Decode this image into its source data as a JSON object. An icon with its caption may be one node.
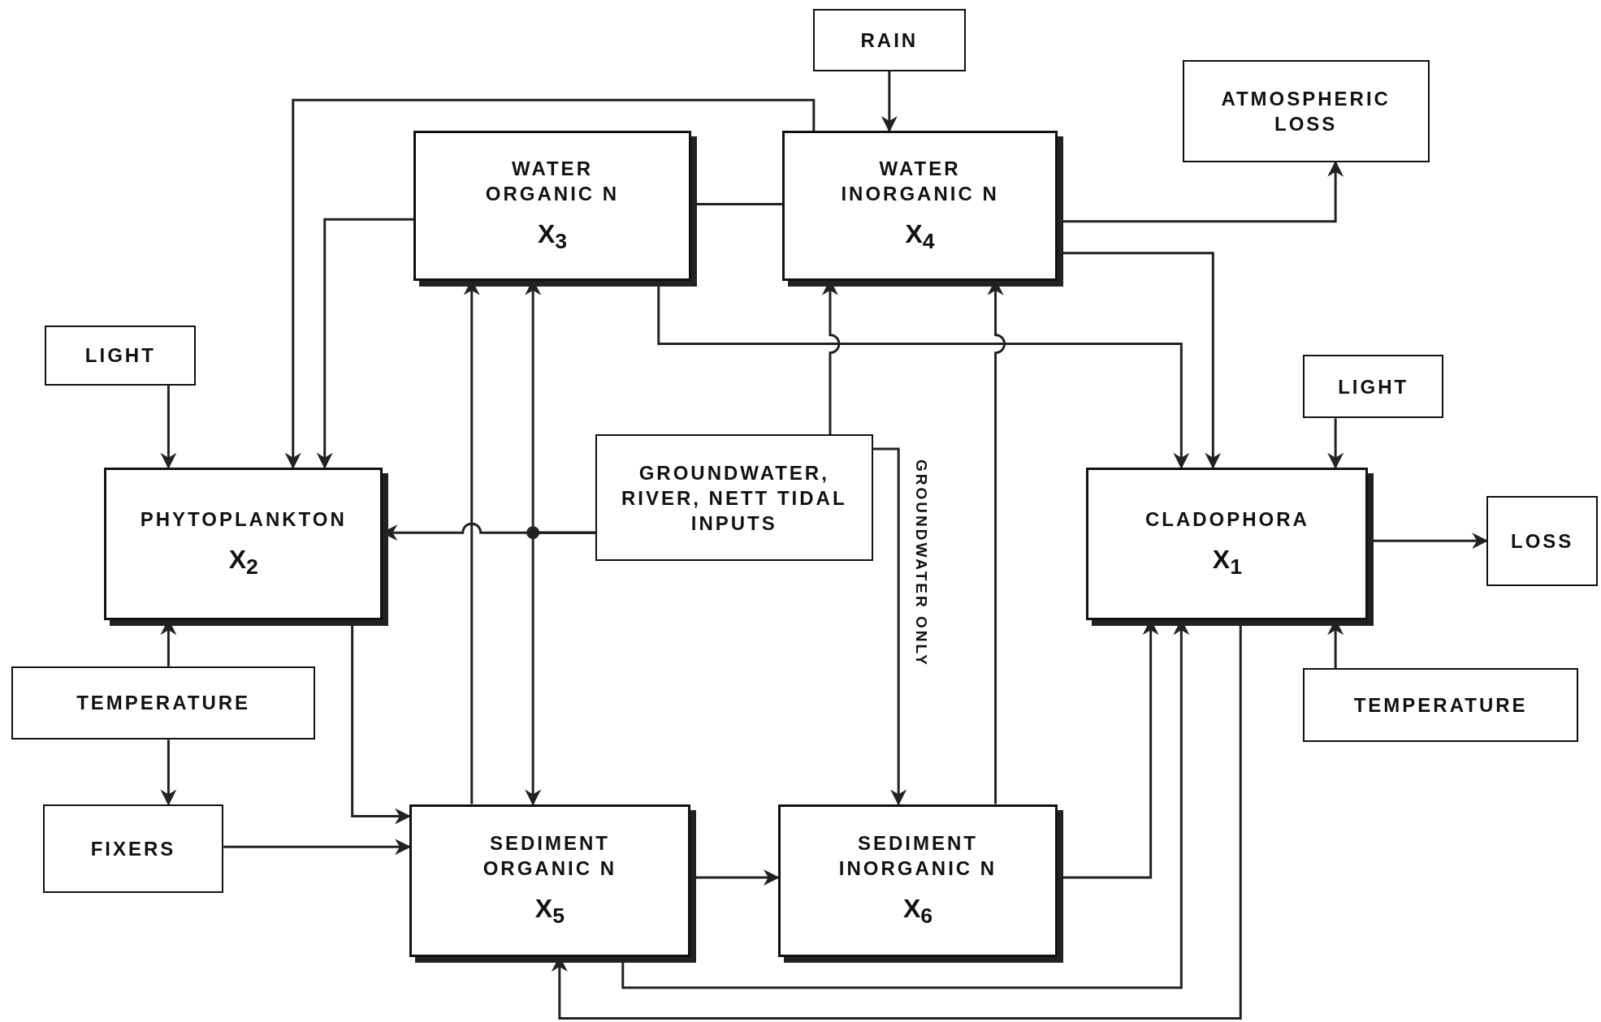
{
  "diagram": {
    "nodes": [
      {
        "text": [
          "RAIN"
        ]
      },
      {
        "text": [
          "ATMOSPHERIC LOSS"
        ]
      },
      {
        "text": [
          "WATER ORGANIC N",
          "X$_{3}$"
        ]
      },
      {
        "text": [
          "WATER INORGANIC N",
          "X$_{4}$"
        ]
      },
      {
        "text": [
          "LIGHT"
        ]
      },
      {
        "text": [
          "LIGHT"
        ]
      },
      {
        "text": [
          "GROUNDWATER, RIVER, NETT TIDAL INPUTS"
        ]
      },
      {
        "text": [
          "PHYTOPLANKTON",
          "X$_{2}$"
        ]
      },
      {
        "text": [
          "CLADOPHORA",
          "X$_{1}$"
        ]
      },
      {
        "text": [
          "LOSS"
        ]
      },
      {
        "text": [
          "TEMPERATURE"
        ]
      },
      {
        "text": [
          "TEMPERATURE"
        ]
      },
      {
        "text": [
          "FIXERS"
        ]
      },
      {
        "text": [
          "SEDIMENT ORGANIC N",
          "X$_{5}$"
        ]
      },
      {
        "text": [
          "SEDIMENT INORGANIC N",
          "X$_{6}$"
        ]
      }
    ],
    "edges": [
      {
        "from": 0,
        "to": 3,
        "arrow": "to"
      },
      {
        "from": 3,
        "to": 1,
        "arrow": "to"
      },
      {
        "from": 2,
        "to": 3,
        "arrow": "none"
      },
      {
        "from": 3,
        "to": 7,
        "arrow": "to"
      },
      {
        "from": 2,
        "to": 7,
        "arrow": "to"
      },
      {
        "from": 2,
        "to": 8,
        "arrow": "to"
      },
      {
        "from": 3,
        "to": 8,
        "arrow": "to"
      },
      {
        "from": 4,
        "to": 7,
        "arrow": "to"
      },
      {
        "from": 5,
        "to": 8,
        "arrow": "to"
      },
      {
        "from": 10,
        "to": 7,
        "arrow": "to"
      },
      {
        "from": 10,
        "to": 12,
        "arrow": "to"
      },
      {
        "from": 11,
        "to": 8,
        "arrow": "to"
      },
      {
        "from": 8,
        "to": 9,
        "arrow": "to"
      },
      {
        "from": 7,
        "to": 13,
        "arrow": "to"
      },
      {
        "from": 12,
        "to": 13,
        "arrow": "to"
      },
      {
        "from": 13,
        "to": 14,
        "arrow": "to"
      },
      {
        "from": 13,
        "to": 2,
        "arrow": "to"
      },
      {
        "from": 6,
        "to": 2,
        "arrow": "to"
      },
      {
        "from": 6,
        "to": 13,
        "arrow": "to"
      },
      {
        "from": 6,
        "to": 7,
        "arrow": "to"
      },
      {
        "from": 6,
        "to": 3,
        "arrow": "to"
      },
      {
        "from": 6,
        "to": 14,
        "arrow": "to",
        "label": "GROUNDWATER ONLY"
      },
      {
        "from": 14,
        "to": 3,
        "arrow": "to"
      },
      {
        "from": 14,
        "to": 8,
        "arrow": "to"
      },
      {
        "from": 13,
        "to": 8,
        "arrow": "to"
      },
      {
        "from": 8,
        "to": 13,
        "arrow": "to"
      }
    ]
  }
}
